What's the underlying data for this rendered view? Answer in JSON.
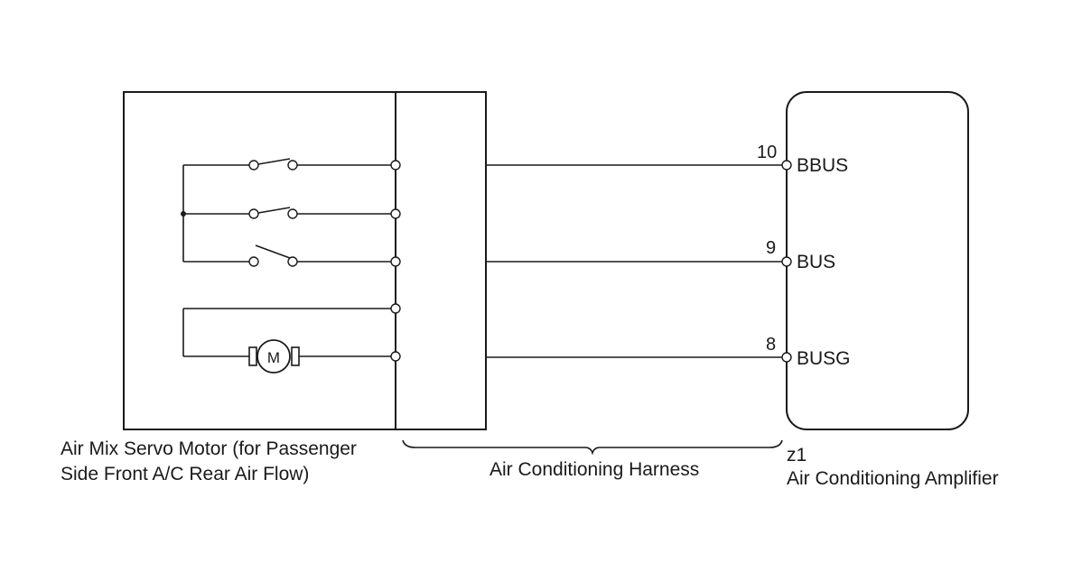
{
  "component_left": {
    "label_line1": "Air Mix Servo Motor (for Passenger",
    "label_line2": "Side Front A/C Rear Air Flow)",
    "motor_symbol": "M"
  },
  "harness": {
    "label": "Air Conditioning Harness"
  },
  "component_right": {
    "connector_id": "z1",
    "label": "Air Conditioning Amplifier"
  },
  "terminals": [
    {
      "pin": "10",
      "name": "BBUS"
    },
    {
      "pin": "9",
      "name": "BUS"
    },
    {
      "pin": "8",
      "name": "BUSG"
    }
  ]
}
